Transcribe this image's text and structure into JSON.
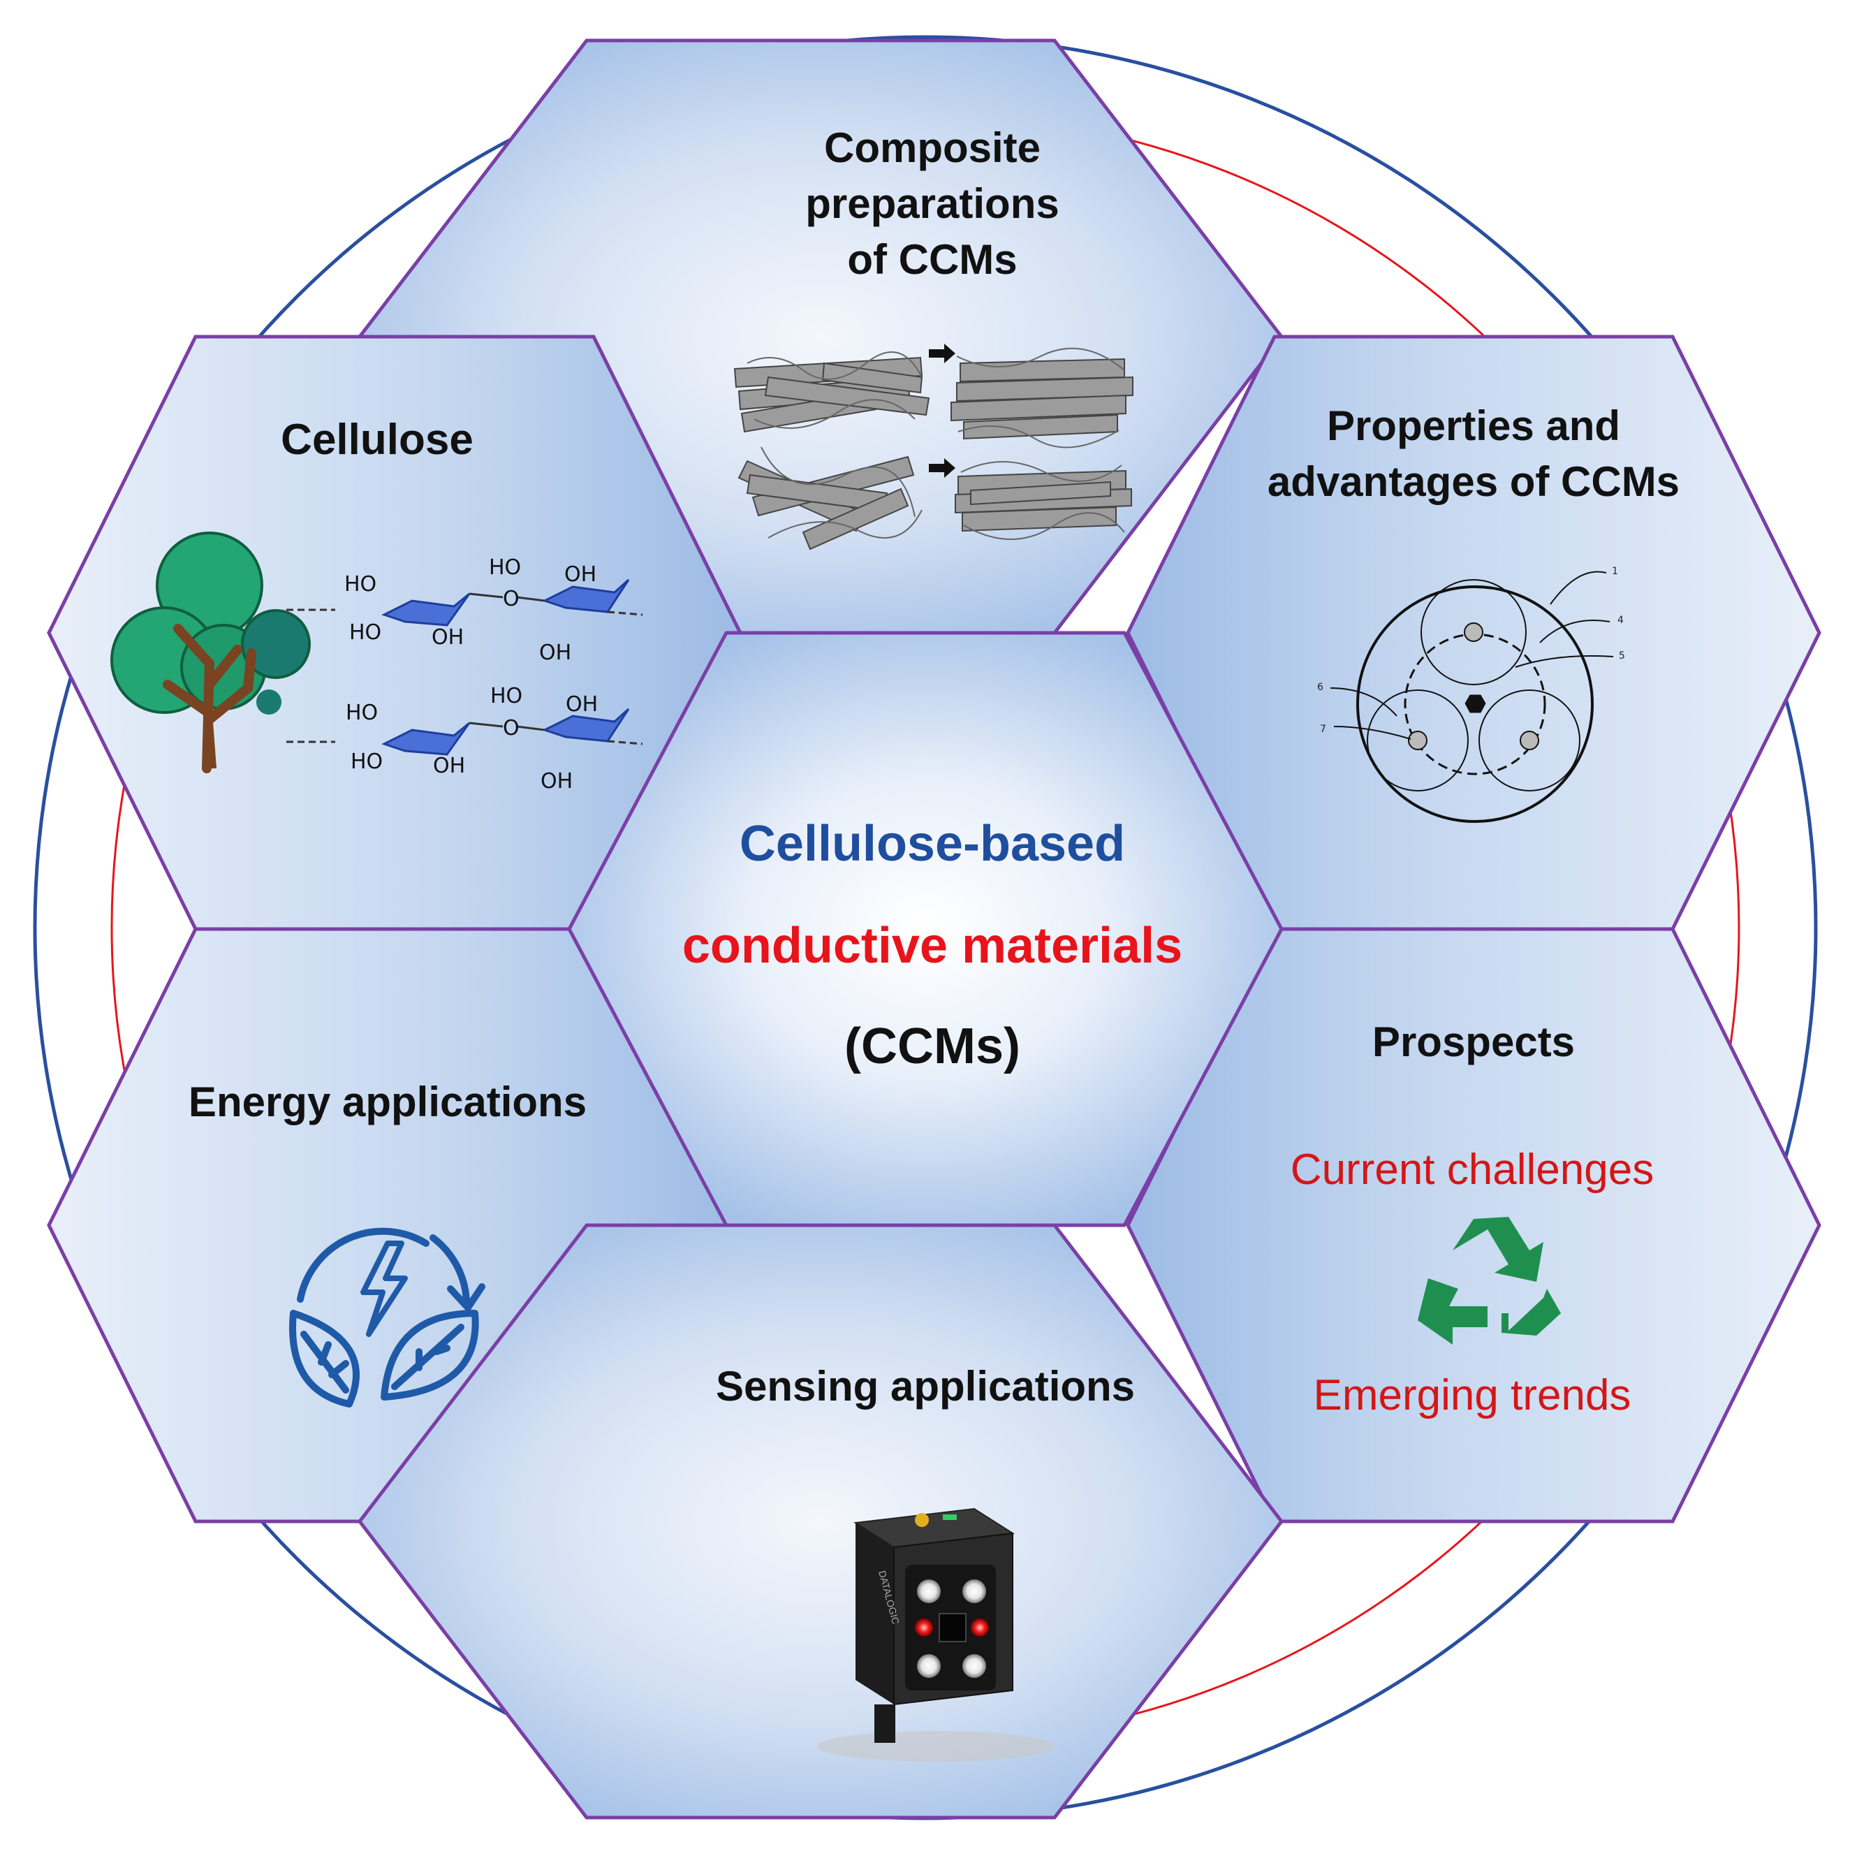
{
  "center": {
    "line1": "Cellulose-based",
    "line2": "conductive materials",
    "line3": "(CCMs)",
    "color1": "#1f4e9e",
    "color2": "#e8141b",
    "color3": "#111111"
  },
  "hexes": {
    "top": {
      "title_lines": [
        "Composite",
        "preparations",
        "of CCMs"
      ]
    },
    "tl": {
      "title_lines": [
        "Cellulose"
      ]
    },
    "tr": {
      "title_lines": [
        "Properties and",
        "advantages of CCMs"
      ]
    },
    "bl": {
      "title_lines": [
        "Energy applications"
      ]
    },
    "br": {
      "title_lines": [
        "Prospects"
      ],
      "sub1": "Current challenges",
      "sub2": "Emerging trends"
    },
    "bottom": {
      "title_lines": [
        "Sensing applications"
      ]
    }
  },
  "chem_labels": {
    "row1": [
      "HO",
      "HO",
      "OH",
      "O",
      "HO",
      "OH",
      "OH"
    ],
    "row2": [
      "HO",
      "HO",
      "OH",
      "O",
      "HO",
      "OH",
      "OH"
    ]
  },
  "diagram_numbers": [
    "1",
    "4",
    "5",
    "6",
    "7"
  ],
  "device_brand": "DATALOGIC",
  "colors": {
    "hex_stroke": "#7a3fa6",
    "outer_circle": "#2a4fa0",
    "inner_circle": "#e8141b",
    "hex_fill_center": "#f4f7fc",
    "hex_fill_edge": "#a9c4e8",
    "subtitle_red": "#d41616",
    "recycle_green": "#1f8f4f",
    "energy_blue": "#1e5aa8"
  }
}
